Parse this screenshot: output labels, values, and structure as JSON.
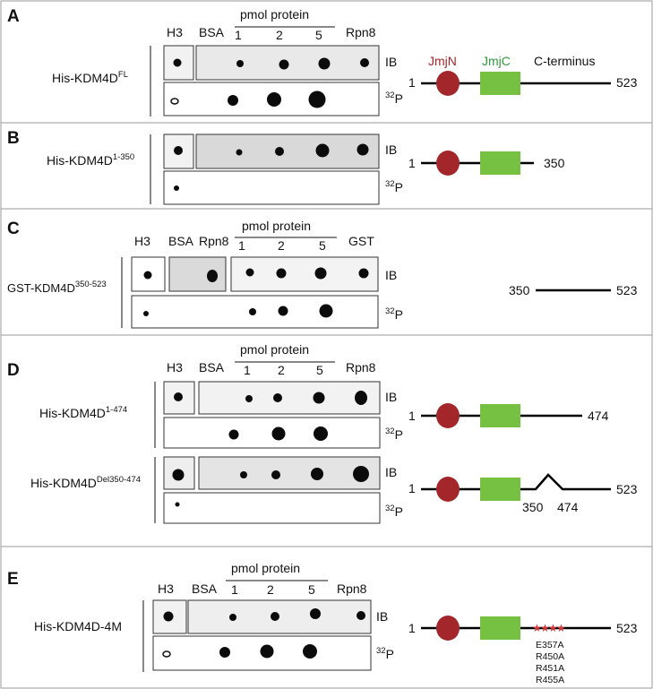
{
  "figure": {
    "panels": [
      {
        "letter": "A",
        "construct": "His-KDM4D",
        "construct_sup": "FL",
        "header": {
          "left": [
            "H3",
            "BSA"
          ],
          "group": "pmol protein",
          "ticks": [
            "1",
            "2",
            "5"
          ],
          "right": "Rpn8"
        },
        "blot_labels": [
          "IB",
          "32",
          "P"
        ],
        "domain_map": {
          "start": "1",
          "end": "523",
          "jmjn": "JmjN",
          "jmjc": "JmjC",
          "cterm": "C-terminus"
        }
      },
      {
        "letter": "B",
        "construct": "His-KDM4D",
        "construct_sup": "1-350",
        "blot_labels": [
          "IB",
          "32",
          "P"
        ],
        "domain_map": {
          "start": "1",
          "end": "350"
        }
      },
      {
        "letter": "C",
        "construct": "GST-KDM4D",
        "construct_sup": "350-523",
        "header": {
          "left": [
            "H3",
            "BSA",
            "Rpn8"
          ],
          "group": "pmol protein",
          "ticks": [
            "1",
            "2",
            "5"
          ],
          "right": "GST"
        },
        "blot_labels": [
          "IB",
          "32",
          "P"
        ],
        "domain_map": {
          "start": "350",
          "end": "523"
        }
      },
      {
        "letter": "D",
        "header": {
          "left": [
            "H3",
            "BSA"
          ],
          "group": "pmol protein",
          "ticks": [
            "1",
            "2",
            "5"
          ],
          "right": "Rpn8"
        },
        "constructs": [
          {
            "name": "His-KDM4D",
            "sup": "1-474",
            "map": {
              "start": "1",
              "end": "474"
            }
          },
          {
            "name": "His-KDM4D",
            "sup": "Del350-474",
            "map": {
              "start": "1",
              "mid1": "350",
              "mid2": "474",
              "end": "523"
            }
          }
        ],
        "blot_labels": [
          "IB",
          "32",
          "P"
        ]
      },
      {
        "letter": "E",
        "construct": "His-KDM4D-4M",
        "header": {
          "left": [
            "H3",
            "BSA"
          ],
          "group": "pmol protein",
          "ticks": [
            "1",
            "2",
            "5"
          ],
          "right": "Rpn8"
        },
        "blot_labels": [
          "IB",
          "32",
          "P"
        ],
        "domain_map": {
          "start": "1",
          "end": "523"
        },
        "mutations": [
          "E357A",
          "R450A",
          "R451A",
          "R455A"
        ]
      }
    ],
    "colors": {
      "jmjn": "#a3262a",
      "jmjc": "#77c142",
      "mutation_star": "#c33a3a",
      "panel_border": "#9a9a9a"
    }
  }
}
